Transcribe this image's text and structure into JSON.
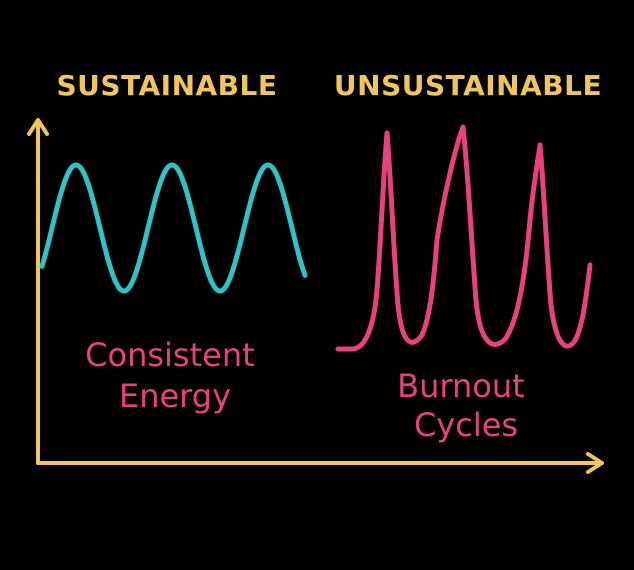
{
  "headings": {
    "sustainable": "SUSTAINABLE",
    "unsustainable": "UNSUSTAINABLE"
  },
  "captions": {
    "consistent": [
      "Consistent",
      "Energy"
    ],
    "burnout": [
      "Burnout",
      "Cycles"
    ]
  },
  "colors": {
    "background": "#000000",
    "axis": "#F2C55C",
    "heading": "#F2C55C",
    "sustainable_wave": "#2EC4C6",
    "burnout_wave": "#E8417E",
    "caption": "#E8417E"
  }
}
